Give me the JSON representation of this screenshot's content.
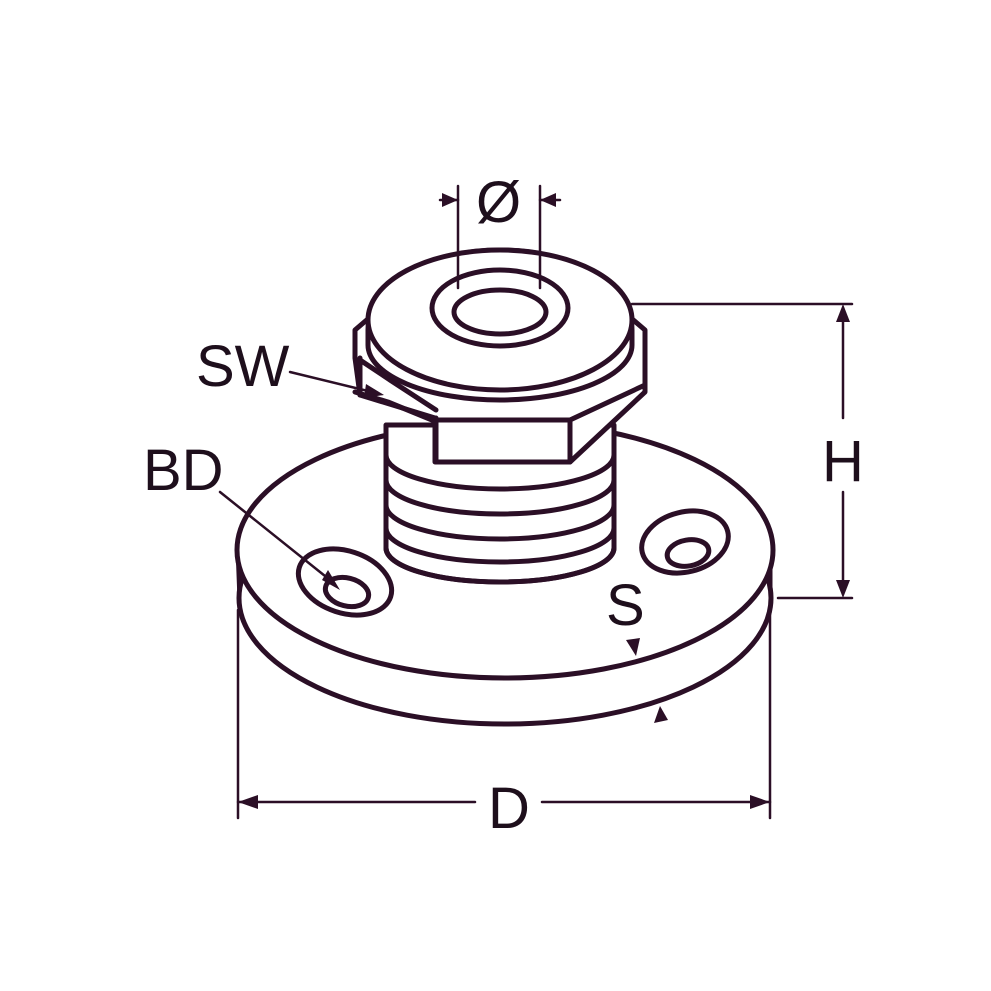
{
  "diagram": {
    "labels": {
      "diameter": "Ø",
      "wrench_size": "SW",
      "bore_diameter": "BD",
      "height": "H",
      "thickness": "S",
      "outer_diameter": "D"
    },
    "colors": {
      "line": "#2b0f26",
      "text": "#1e0f1c",
      "background": "#ffffff"
    }
  }
}
